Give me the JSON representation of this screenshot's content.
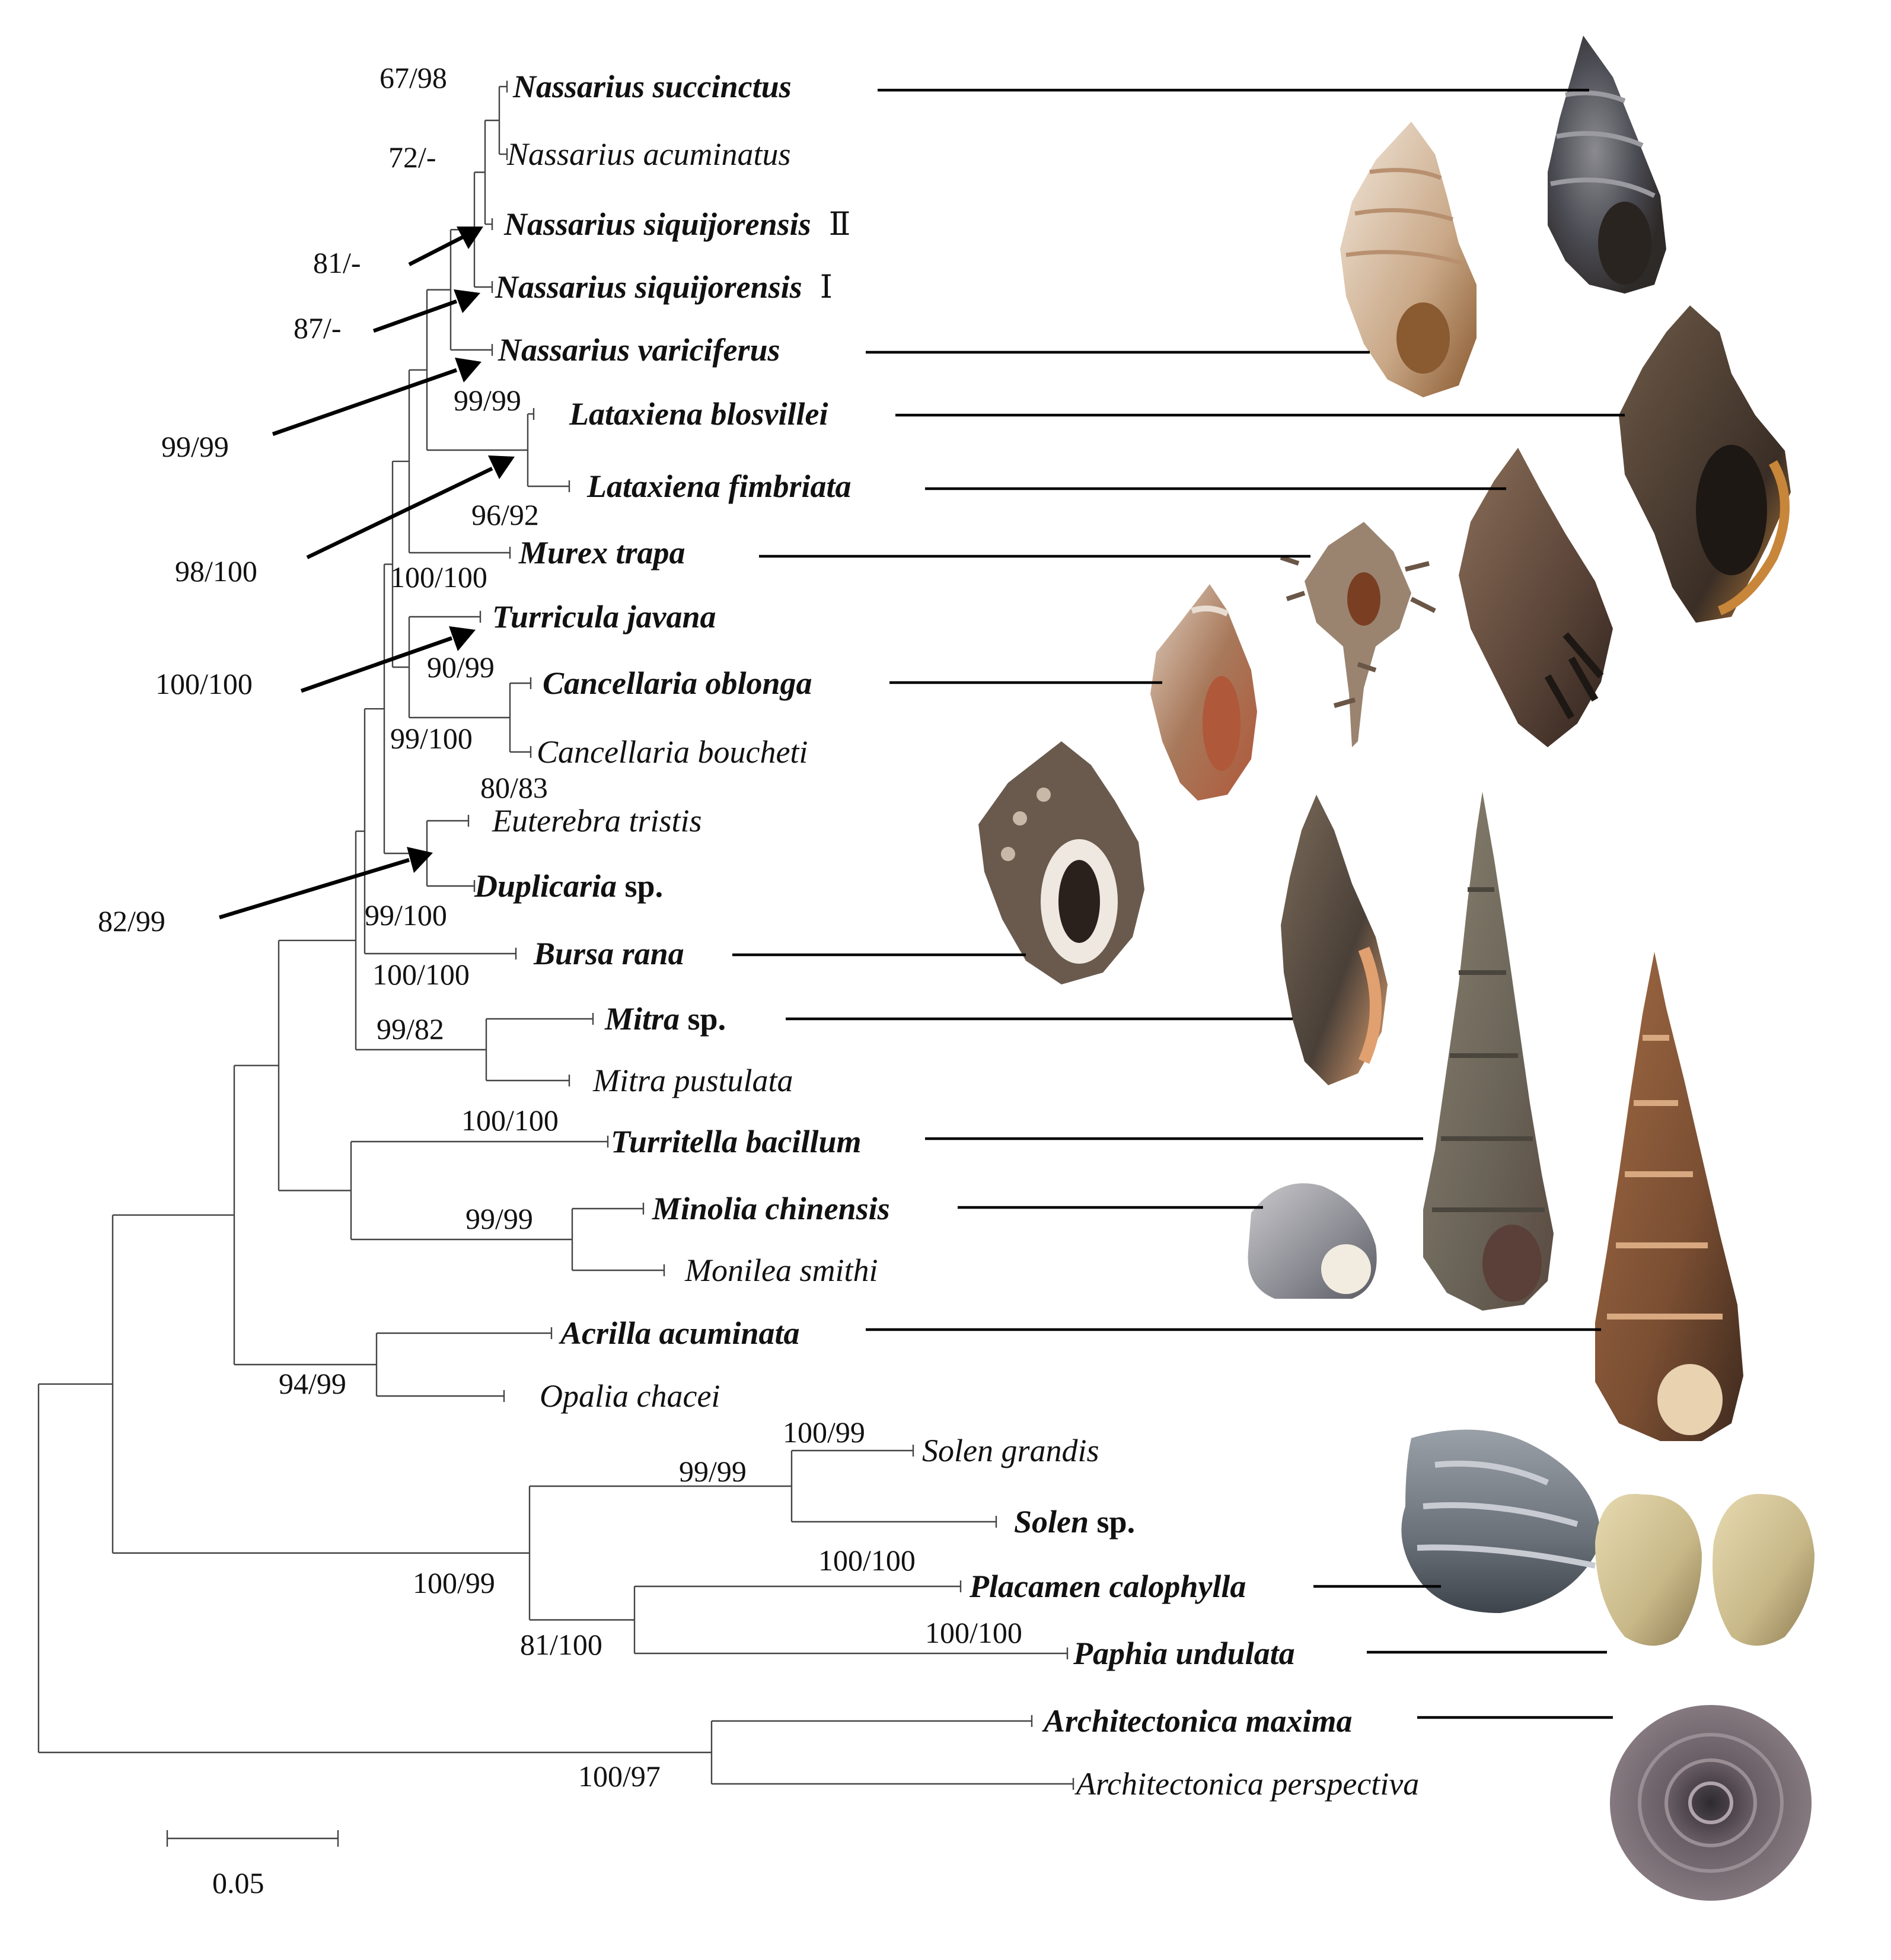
{
  "taxa": [
    {
      "name": "Nassarius succinctus",
      "bold": true
    },
    {
      "name": "Nassarius acuminatus",
      "bold": false
    },
    {
      "name": "Nassarius siquijorensis",
      "bold": true,
      "mark": "Ⅱ"
    },
    {
      "name": "Nassarius siquijorensis",
      "bold": true,
      "mark": "Ⅰ"
    },
    {
      "name": "Nassarius variciferus",
      "bold": true
    },
    {
      "name": "Lataxiena blosvillei",
      "bold": true
    },
    {
      "name": "Lataxiena fimbriata",
      "bold": true
    },
    {
      "name": "Murex trapa",
      "bold": true
    },
    {
      "name": "Turricula javana",
      "bold": true
    },
    {
      "name": "Cancellaria oblonga",
      "bold": true
    },
    {
      "name": "Cancellaria boucheti",
      "bold": false
    },
    {
      "name": "Euterebra tristis",
      "bold": false
    },
    {
      "name": "Duplicaria",
      "suffix": " sp.",
      "bold": true
    },
    {
      "name": "Bursa rana",
      "bold": true
    },
    {
      "name": "Mitra",
      "suffix": " sp.",
      "bold": true
    },
    {
      "name": "Mitra pustulata",
      "bold": false
    },
    {
      "name": "Turritella bacillum",
      "bold": true
    },
    {
      "name": "Minolia chinensis",
      "bold": true
    },
    {
      "name": "Monilea smithi",
      "bold": false
    },
    {
      "name": "Acrilla acuminata",
      "bold": true
    },
    {
      "name": "Opalia chacei",
      "bold": false
    },
    {
      "name": "Solen grandis",
      "bold": false
    },
    {
      "name": "Solen",
      "suffix": " sp.",
      "bold": true
    },
    {
      "name": "Placamen calophylla",
      "bold": true
    },
    {
      "name": "Paphia undulata",
      "bold": true
    },
    {
      "name": "Architectonica maxima",
      "bold": true
    },
    {
      "name": "Architectonica perspectiva",
      "bold": false
    }
  ],
  "supports": [
    "67/98",
    "72/-",
    "81/-",
    "87/-",
    "99/99",
    "99/99",
    "96/92",
    "98/100",
    "100/100",
    "100/100",
    "90/99",
    "99/100",
    "80/83",
    "82/99",
    "99/100",
    "100/100",
    "99/82",
    "100/100",
    "99/99",
    "94/99",
    "100/99",
    "99/99",
    "100/99",
    "100/100",
    "81/100",
    "100/100",
    "100/97"
  ],
  "scale_bar": {
    "label": "0.05",
    "value": 0.05
  },
  "colors": {
    "branch": "#444444",
    "leader": "#000000",
    "text": "#111111"
  },
  "shell_photos": [
    {
      "taxon": "Nassarius succinctus",
      "colors": [
        "#4a4a52",
        "#8a8a90",
        "#2e2a28"
      ]
    },
    {
      "taxon": "Nassarius variciferus",
      "colors": [
        "#e8dccd",
        "#c9a887",
        "#8a5a30"
      ]
    },
    {
      "taxon": "Lataxiena blosvillei",
      "colors": [
        "#6e5a48",
        "#3a2e26",
        "#c8863a"
      ]
    },
    {
      "taxon": "Lataxiena fimbriata",
      "colors": [
        "#5a4438",
        "#8a6e58",
        "#2e221c"
      ]
    },
    {
      "taxon": "Murex trapa",
      "colors": [
        "#9a8470",
        "#5a4636",
        "#d6c4ae"
      ]
    },
    {
      "taxon": "Cancellaria oblonga",
      "colors": [
        "#a8785a",
        "#e0d0c0",
        "#b0583a"
      ]
    },
    {
      "taxon": "Bursa rana",
      "colors": [
        "#6a5a4e",
        "#e8e0d8",
        "#3a2e28"
      ]
    },
    {
      "taxon": "Mitra sp.",
      "colors": [
        "#4a4038",
        "#7a6a58",
        "#e0a070"
      ]
    },
    {
      "taxon": "Turritella bacillum",
      "colors": [
        "#6a6458",
        "#8a8270",
        "#5a4a40"
      ]
    },
    {
      "taxon": "Minolia chinensis",
      "colors": [
        "#8a8a92",
        "#c8c8cc",
        "#5a5a62"
      ]
    },
    {
      "taxon": "Acrilla acuminata",
      "colors": [
        "#7a4e32",
        "#a06a44",
        "#3e2a1e"
      ]
    },
    {
      "taxon": "Placamen calophylla",
      "colors": [
        "#6a7078",
        "#9aa0a8",
        "#3e444c"
      ]
    },
    {
      "taxon": "Paphia undulata",
      "colors": [
        "#d6c89a",
        "#a89a6a",
        "#8a7a50"
      ]
    },
    {
      "taxon": "Architectonica maxima",
      "colors": [
        "#5a4e56",
        "#8a7e84",
        "#2e2a30"
      ]
    }
  ]
}
